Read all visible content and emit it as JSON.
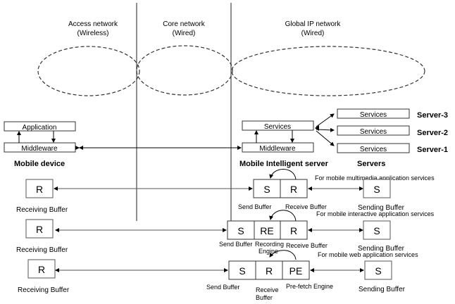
{
  "diagram": {
    "zones": {
      "access": {
        "line1": "Access network",
        "line2": "(Wireless)"
      },
      "core": {
        "line1": "Core network",
        "line2": "(Wired)"
      },
      "global": {
        "line1": "Global IP network",
        "line2": "(Wired)"
      }
    },
    "mobile_device": {
      "application": "Application",
      "middleware": "Middleware",
      "label": "Mobile device"
    },
    "intelligent_server": {
      "services": "Services",
      "middleware": "Middleware",
      "label": "Mobile Intelligent server"
    },
    "servers": {
      "label": "Servers",
      "items": [
        {
          "box": "Services",
          "name": "Server-3"
        },
        {
          "box": "Services",
          "name": "Server-2"
        },
        {
          "box": "Services",
          "name": "Server-1"
        }
      ]
    },
    "rows": [
      {
        "caption": "For mobile multimedia application services",
        "client_box": "R",
        "client_label": "Receiving Buffer",
        "server_boxes": [
          "S",
          "R"
        ],
        "server_labels": [
          "Send Buffer",
          "Receive Buffer"
        ],
        "remote_box": "S",
        "remote_label": "Sending Buffer"
      },
      {
        "caption": "For mobile interactive application services",
        "client_box": "R",
        "client_label": "Receiving Buffer",
        "server_boxes": [
          "S",
          "RE",
          "R"
        ],
        "server_labels": [
          "Send Buffer",
          "Recording",
          "Engine",
          "Receive Buffer"
        ],
        "remote_box": "S",
        "remote_label": "Sending Buffer"
      },
      {
        "caption": "For mobile web application services",
        "client_box": "R",
        "client_label": "Receiving Buffer",
        "server_boxes": [
          "S",
          "R",
          "PE"
        ],
        "server_labels": [
          "Send Buffer",
          "Receive",
          "Buffer",
          "Pre-fetch Engine"
        ],
        "remote_box": "S",
        "remote_label": "Sending Buffer"
      }
    ]
  }
}
